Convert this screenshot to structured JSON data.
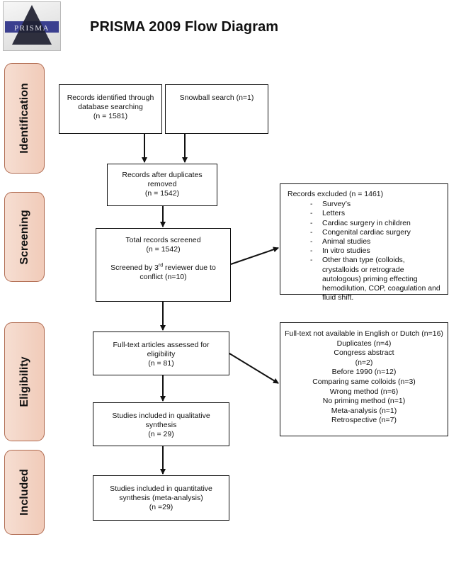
{
  "logo": {
    "text": "PRISMA"
  },
  "title": "PRISMA 2009 Flow Diagram",
  "stages": {
    "identification": "Identification",
    "screening": "Screening",
    "eligibility": "Eligibility",
    "included": "Included"
  },
  "boxes": {
    "identified": {
      "line1": "Records identified through",
      "line2": "database searching",
      "line3": "(n = 1581)"
    },
    "snowball": {
      "text": "Snowball search (n=1)"
    },
    "after_duplicates": {
      "line1": "Records after duplicates",
      "line2": "removed",
      "line3": "(n = 1542)"
    },
    "screened": {
      "line1": "Total records screened",
      "line2": "(n = 1542)",
      "line3a": "Screened by 3",
      "sup": "rd",
      "line3b": " reviewer due to",
      "line4": "conflict (n=10)"
    },
    "fulltext": {
      "line1": "Full-text articles assessed for",
      "line2": "eligibility",
      "line3": "(n =  81)"
    },
    "qualitative": {
      "line1": "Studies included in qualitative",
      "line2": "synthesis",
      "line3": "(n = 29)"
    },
    "quantitative": {
      "line1": "Studies included in quantitative",
      "line2": "synthesis (meta-analysis)",
      "line3": "(n =29)"
    }
  },
  "excluded_records": {
    "heading": "Records excluded (n = 1461)",
    "items": [
      "Survey’s",
      "Letters",
      "Cardiac surgery in children",
      "Congenital cardiac surgery",
      "Animal studies",
      "In vitro studies",
      "Other than type (colloids, crystalloids or retrograde autologous) priming effecting hemodilution, COP, coagulation and fluid shift."
    ]
  },
  "excluded_fulltext": {
    "lines": [
      "Full-text not available in English or Dutch (n=16)",
      "Duplicates (n=4)",
      "Congress abstract",
      "(n=2)",
      "Before 1990 (n=12)",
      "Comparing same colloids (n=3)",
      "Wrong method (n=6)",
      "No priming method (n=1)",
      "Meta-analysis (n=1)",
      "Retrospective (n=7)"
    ]
  }
}
